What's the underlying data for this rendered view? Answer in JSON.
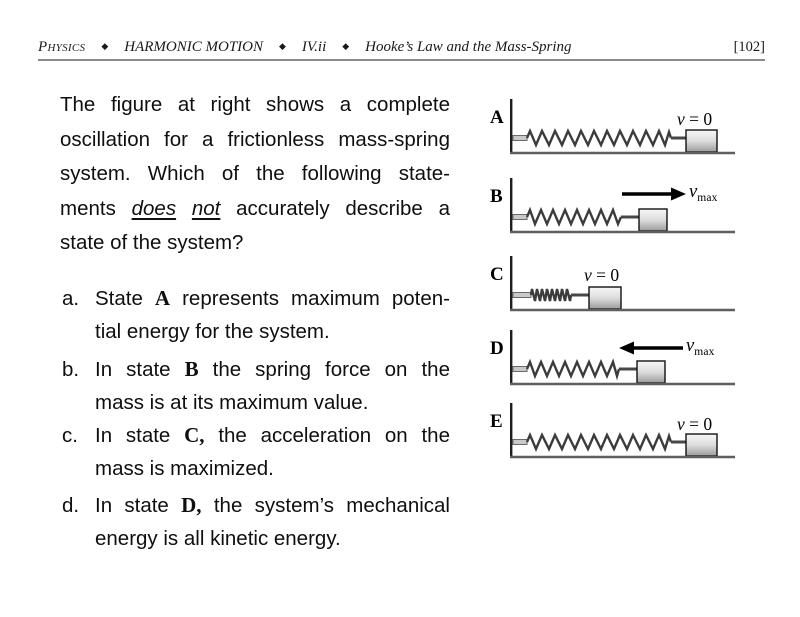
{
  "header": {
    "subject": "Physics",
    "separator": "◆",
    "course": "HARMONIC MOTION",
    "section": "IV.ii",
    "title": "Hooke’s Law and the Mass-Spring",
    "page": "[102]"
  },
  "question": {
    "line1": "The figure at right shows a complete",
    "line2": "oscillation for a frictionless mass-spring",
    "line3": "system.  Which of the following state-",
    "line4_pre": "ments",
    "line4_emph1": "does",
    "line4_emph2": "not",
    "line4_post": "accurately describe a",
    "line5": "state of the system?"
  },
  "options": [
    {
      "label": "a.",
      "line1_pre": "State",
      "line1_state": "A",
      "line1_post": "represents maximum poten-",
      "line2": "tial energy for the system."
    },
    {
      "label": "b.",
      "line1_pre": "In state",
      "line1_state": "B",
      "line1_post": "the spring force on the",
      "line2": "mass is at its maximum value."
    },
    {
      "label": "c.",
      "line1_pre": "In state",
      "line1_state": "C,",
      "line1_post": "the acceleration on the",
      "line2": "mass is maximized."
    },
    {
      "label": "d.",
      "line1_pre": "In state",
      "line1_state": "D,",
      "line1_post": "the system’s mechanical",
      "line2": "energy is all kinetic energy."
    }
  ],
  "figure": {
    "states": [
      {
        "label": "A",
        "spring": "stretched",
        "arrow": "none",
        "velocity_v": "v",
        "velocity_eq": "= 0"
      },
      {
        "label": "B",
        "spring": "natural",
        "arrow": "right",
        "velocity_v": "v",
        "velocity_sub": "max"
      },
      {
        "label": "C",
        "spring": "compressed",
        "arrow": "none",
        "velocity_v": "v",
        "velocity_eq": "= 0"
      },
      {
        "label": "D",
        "spring": "natural",
        "arrow": "left",
        "velocity_v": "v",
        "velocity_sub": "max"
      },
      {
        "label": "E",
        "spring": "stretched",
        "arrow": "none",
        "velocity_v": "v",
        "velocity_eq": "= 0"
      }
    ]
  },
  "colors": {
    "text": "#0f0f0f",
    "header_rule": "#8a8a8a",
    "wall": "#1e1e1e",
    "floor": "#5f5f5f",
    "spring": "#3c3c3c",
    "arrow": "#000000",
    "block_top": "#f7f7f7",
    "block_bottom": "#9c9c9c"
  }
}
